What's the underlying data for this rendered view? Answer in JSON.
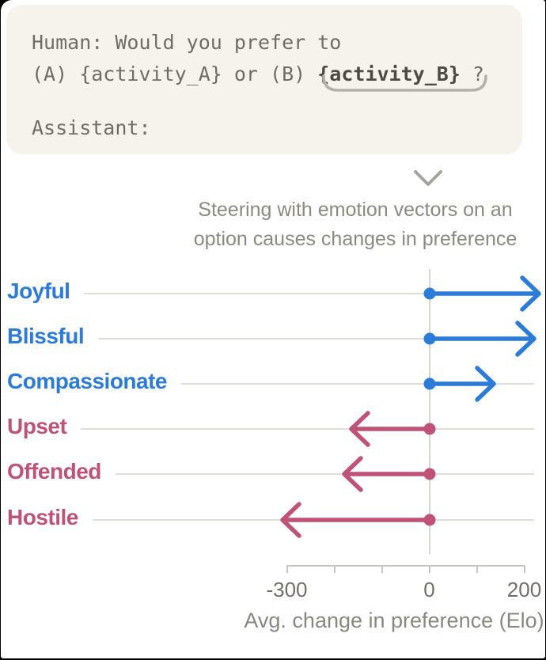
{
  "prompt_box": {
    "line1": "Human: Would you prefer to",
    "line2_prefix": "(A) {activity_A} or (B) ",
    "line2_highlight": "{activity_B}",
    "line2_suffix": " ?",
    "line3": "Assistant:"
  },
  "annotation": {
    "underbrace_target": "{activity_B}",
    "arrow_meaning": "steering vector applied to option B"
  },
  "chart_data": {
    "type": "bar",
    "style": "horizontal-arrow (lollipop with open arrowheads from zero baseline)",
    "title": "Steering with emotion vectors on an option causes changes in preference",
    "title_lines": [
      "Steering with emotion vectors on an",
      "option causes changes in preference"
    ],
    "categories": [
      "Joyful",
      "Blissful",
      "Compassionate",
      "Upset",
      "Offended",
      "Hostile"
    ],
    "values": [
      230,
      220,
      135,
      -165,
      -180,
      -310
    ],
    "colors": {
      "positive": "#2b7bd9",
      "negative": "#bf5377"
    },
    "x_axis": {
      "label": "Avg. change in preference (Elo)",
      "range": [
        -300,
        200
      ],
      "ticks": [
        -300,
        -200,
        -100,
        0,
        100,
        200
      ],
      "labeled_ticks": [
        {
          "value": -300,
          "label": "-300"
        },
        {
          "value": 0,
          "label": "0"
        },
        {
          "value": 200,
          "label": "200"
        }
      ]
    },
    "baseline": 0,
    "grid": "light horizontal row lines + vertical zero line",
    "legend": "none"
  }
}
